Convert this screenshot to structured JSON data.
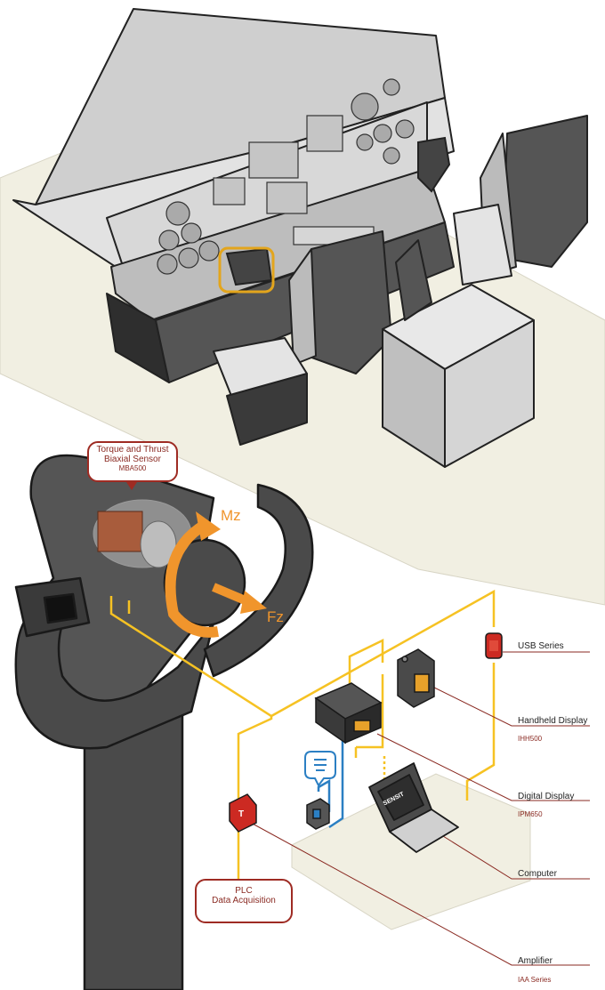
{
  "sensor_callout": {
    "title_line1": "Torque and Thrust",
    "title_line2": "Biaxial Sensor",
    "model": "MBA500"
  },
  "force_labels": {
    "moment": "Mz",
    "force": "Fz"
  },
  "plc_callout": {
    "line1": "PLC",
    "line2": "Data Acquisition"
  },
  "product_labels": [
    {
      "name": "USB Series",
      "model": ""
    },
    {
      "name": "Handheld Display",
      "model": "IHH500"
    },
    {
      "name": "Digital Display",
      "model": "IPM650"
    },
    {
      "name": "Computer",
      "model": ""
    },
    {
      "name": "Amplifier",
      "model": "IAA Series"
    }
  ],
  "laptop_brand": "SENSIT",
  "colors": {
    "signal_line": "#f6c223",
    "usb_line": "#2b7fc3",
    "leader_line": "#8a2a22",
    "accent_orange": "#f0952c",
    "device_red": "#cc2a22",
    "grip_dark": "#4a4a4a",
    "floor": "#f1efe2"
  }
}
